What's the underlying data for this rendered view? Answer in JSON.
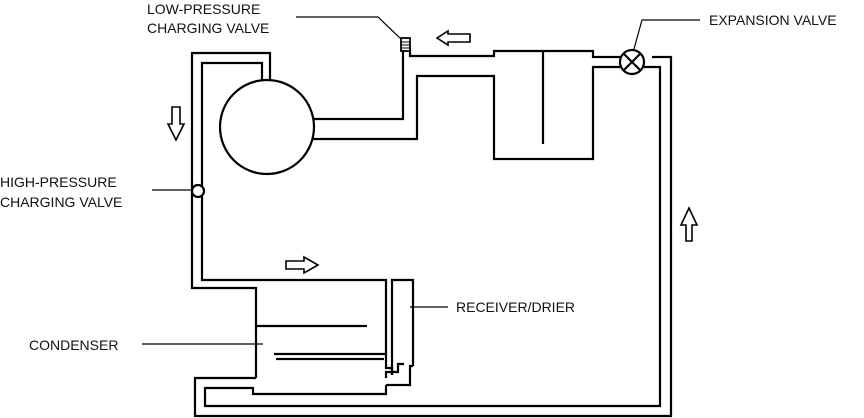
{
  "diagram": {
    "title": "Air conditioning refrigerant circuit",
    "labels": {
      "low_pressure_valve": [
        "LOW-PRESSURE",
        "CHARGING VALVE"
      ],
      "expansion_valve": "EXPANSION VALVE",
      "high_pressure_valve": [
        "HIGH-PRESSURE",
        "CHARGING VALVE"
      ],
      "receiver_drier": "RECEIVER/DRIER",
      "condenser": "CONDENSER"
    },
    "components": [
      "compressor",
      "condenser",
      "receiver/drier",
      "expansion valve",
      "evaporator",
      "low-pressure charging valve",
      "high-pressure charging valve"
    ],
    "flow_arrows": [
      "left (top, toward low-pressure valve)",
      "down (left pipe)",
      "right (above condenser)",
      "up (right pipe)"
    ]
  }
}
